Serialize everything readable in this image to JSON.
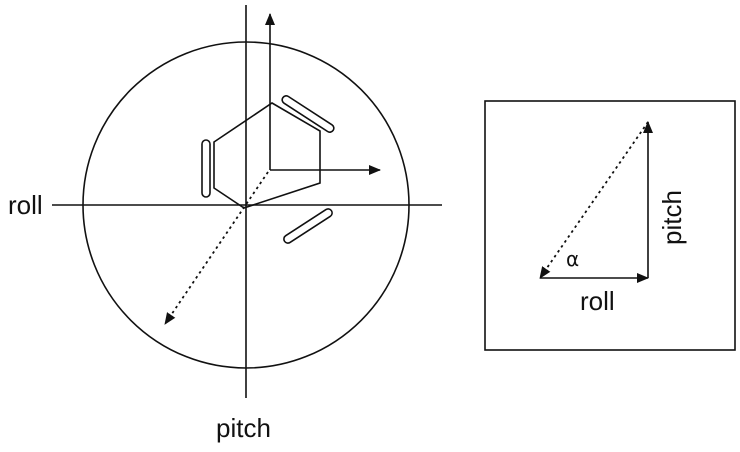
{
  "left_diagram": {
    "horizontal_axis_label": "roll",
    "vertical_axis_label": "pitch"
  },
  "right_diagram": {
    "horizontal_vector_label": "roll",
    "vertical_vector_label": "pitch",
    "angle_label": "α"
  },
  "colors": {
    "stroke": "#111111",
    "background": "#ffffff"
  }
}
